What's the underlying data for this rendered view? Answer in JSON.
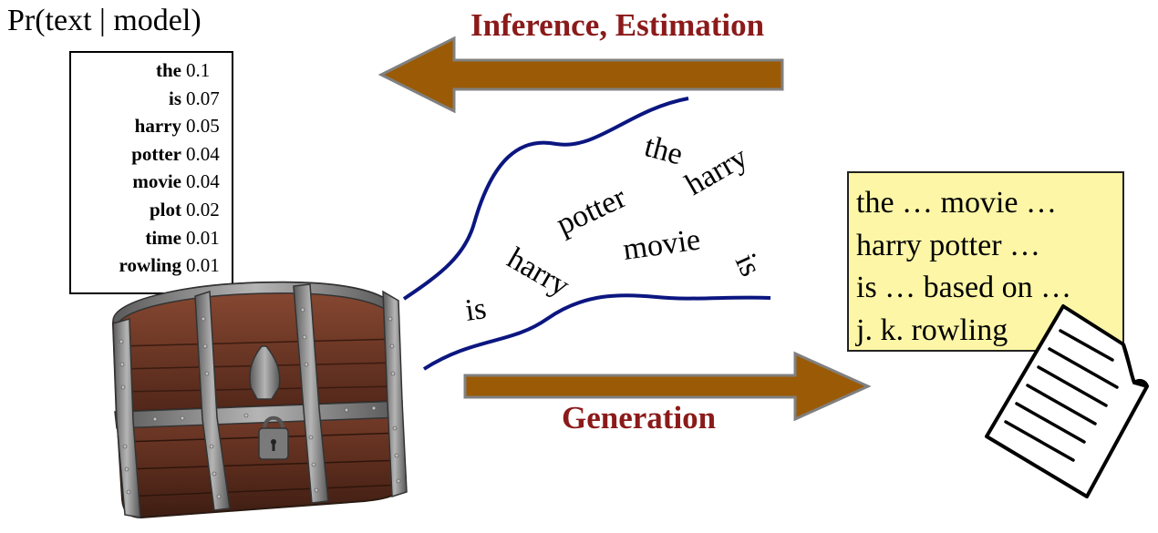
{
  "title": "Pr(text | model)",
  "probabilities": [
    {
      "word": "the",
      "value": "0.1"
    },
    {
      "word": "is",
      "value": "0.07"
    },
    {
      "word": "harry",
      "value": "0.05"
    },
    {
      "word": "potter",
      "value": "0.04"
    },
    {
      "word": "movie",
      "value": "0.04"
    },
    {
      "word": "plot",
      "value": "0.02"
    },
    {
      "word": "time",
      "value": "0.01"
    },
    {
      "word": "rowling",
      "value": "0.01"
    }
  ],
  "arrows": {
    "inference_label": "Inference, Estimation",
    "generation_label": "Generation"
  },
  "stream_words": [
    "the",
    "harry",
    "potter",
    "movie",
    "is",
    "harry",
    "is"
  ],
  "document_lines": [
    "the … movie …",
    "harry potter …",
    "is … based on …",
    "j. k. rowling"
  ],
  "icons": {
    "model": "treasure-chest-icon",
    "document": "document-icon"
  },
  "colors": {
    "arrow_fill": "#9b5a05",
    "label_text": "#8b1a1a",
    "stream_lines": "#0b1680",
    "document_box": "#fdf6a6"
  }
}
